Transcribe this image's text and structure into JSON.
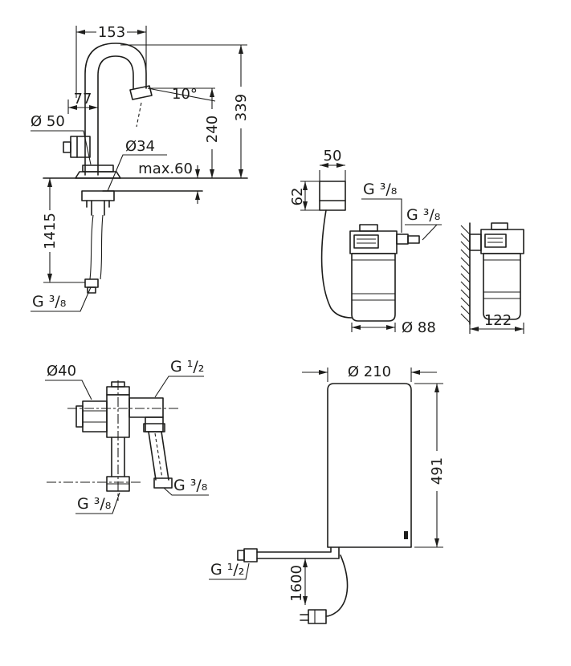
{
  "meta": {
    "line_color": "#1d1d1b",
    "background_color": "#ffffff"
  },
  "views": {
    "faucet": {
      "dims": {
        "w153": "153",
        "w77": "77",
        "a10": "10°",
        "h339": "339",
        "h240": "240",
        "d50": "Ø 50",
        "d34": "Ø34",
        "max60": "max.60",
        "h1415": "1415",
        "g38": "G ³/₈"
      }
    },
    "filter": {
      "dims": {
        "w50": "50",
        "h62": "62",
        "g38_top": "G ³/₈",
        "g38_bottom": "G ³/₈",
        "d88": "Ø 88"
      }
    },
    "filter_side": {
      "dims": {
        "d122": "122"
      }
    },
    "valve": {
      "dims": {
        "d40": "Ø40",
        "g12": "G ¹/₂",
        "g38_right": "G ³/₈",
        "g38_bottom": "G ³/₈"
      }
    },
    "boiler": {
      "dims": {
        "d210": "Ø 210",
        "h491": "491",
        "g12": "G ¹/₂",
        "cord1600": "1600"
      }
    }
  }
}
